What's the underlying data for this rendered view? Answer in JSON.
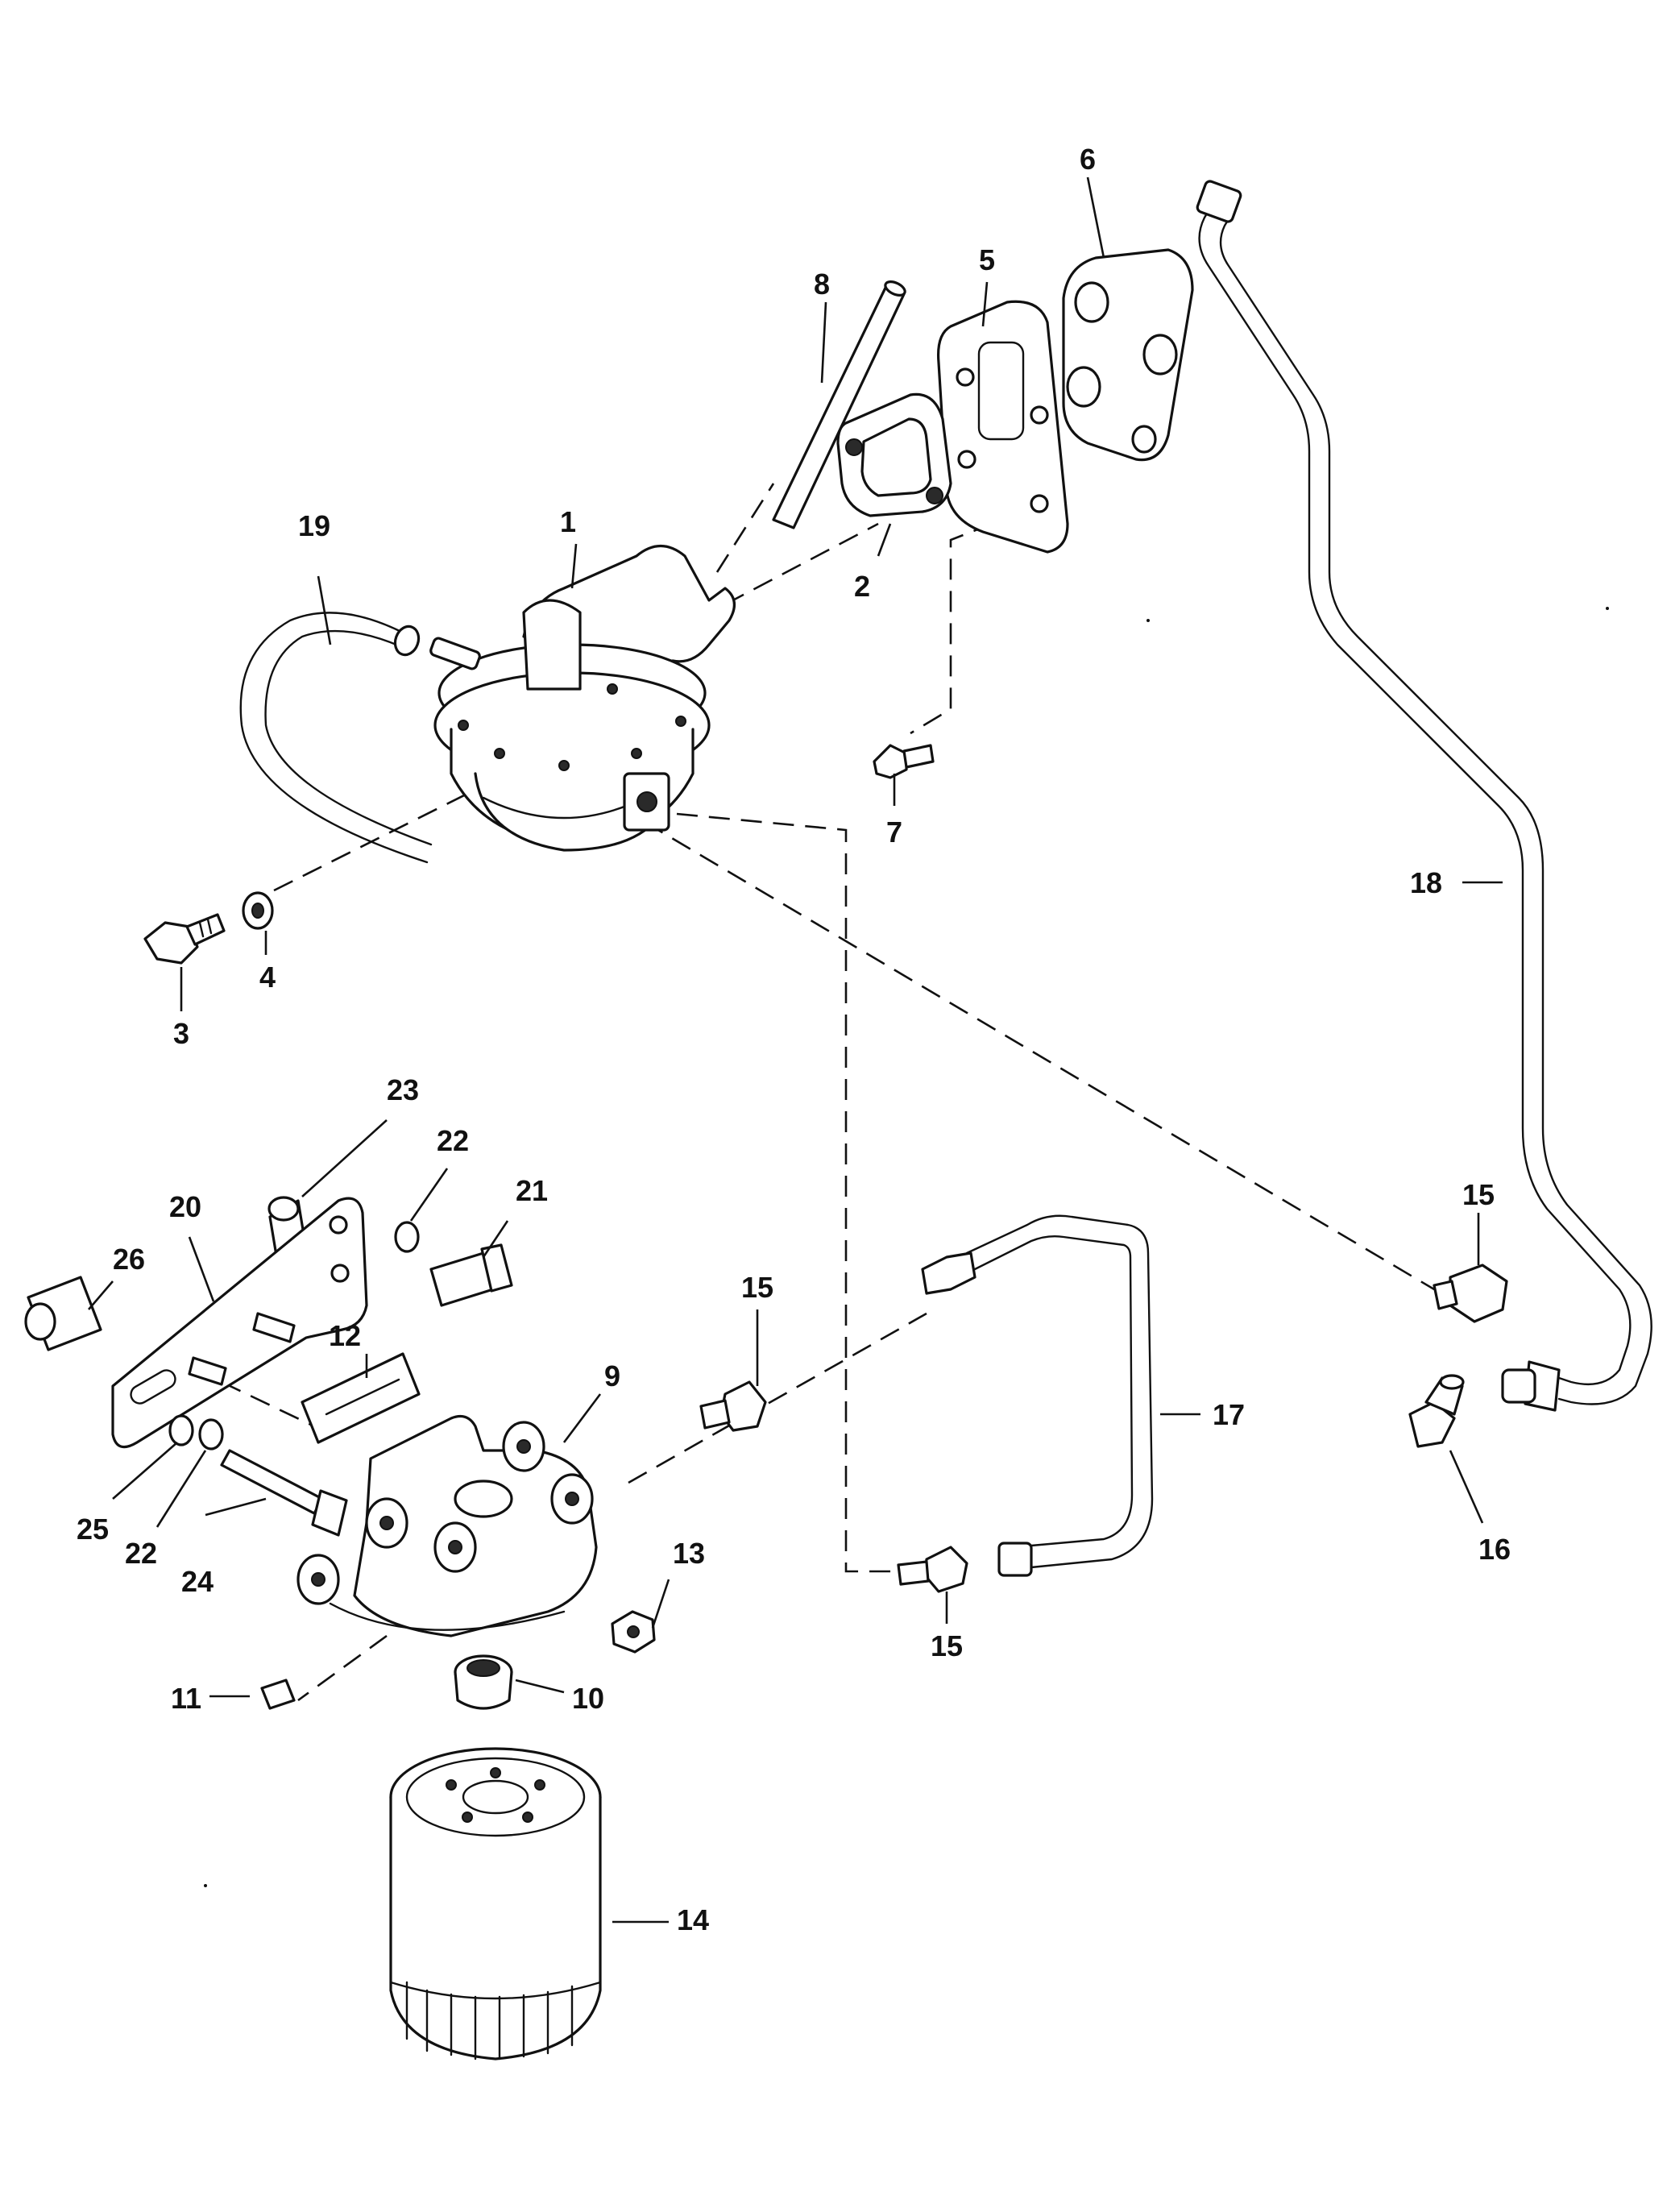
{
  "callouts": [
    {
      "id": "c1",
      "label": "1"
    },
    {
      "id": "c2",
      "label": "2"
    },
    {
      "id": "c3",
      "label": "3"
    },
    {
      "id": "c4",
      "label": "4"
    },
    {
      "id": "c5",
      "label": "5"
    },
    {
      "id": "c6",
      "label": "6"
    },
    {
      "id": "c7",
      "label": "7"
    },
    {
      "id": "c8",
      "label": "8"
    },
    {
      "id": "c9",
      "label": "9"
    },
    {
      "id": "c10",
      "label": "10"
    },
    {
      "id": "c11",
      "label": "11"
    },
    {
      "id": "c12",
      "label": "12"
    },
    {
      "id": "c13",
      "label": "13"
    },
    {
      "id": "c14",
      "label": "14"
    },
    {
      "id": "c15a",
      "label": "15"
    },
    {
      "id": "c15b",
      "label": "15"
    },
    {
      "id": "c15c",
      "label": "15"
    },
    {
      "id": "c16",
      "label": "16"
    },
    {
      "id": "c17",
      "label": "17"
    },
    {
      "id": "c18",
      "label": "18"
    },
    {
      "id": "c19",
      "label": "19"
    },
    {
      "id": "c20",
      "label": "20"
    },
    {
      "id": "c21",
      "label": "21"
    },
    {
      "id": "c22a",
      "label": "22"
    },
    {
      "id": "c22b",
      "label": "22"
    },
    {
      "id": "c23",
      "label": "23"
    },
    {
      "id": "c24",
      "label": "24"
    },
    {
      "id": "c25",
      "label": "25"
    },
    {
      "id": "c26",
      "label": "26"
    }
  ]
}
